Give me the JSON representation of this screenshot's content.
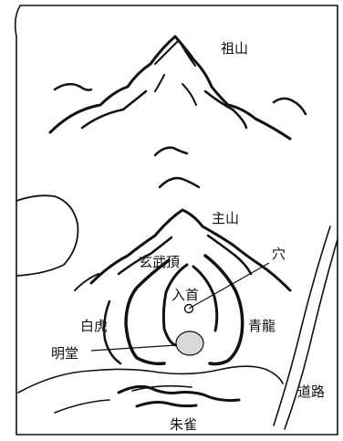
{
  "labels": {
    "ancestral_mountain": "祖山",
    "main_mountain": "主山",
    "xuanwu_peak": "玄武頂",
    "cave": "穴",
    "entry_head": "入首",
    "white_tiger": "白虎",
    "azure_dragon": "青龍",
    "bright_hall": "明堂",
    "road": "道路",
    "vermilion_bird": "朱雀"
  },
  "colors": {
    "ink": "#111111",
    "background": "#ffffff",
    "bright_hall_fill": "#d9d9d9"
  }
}
